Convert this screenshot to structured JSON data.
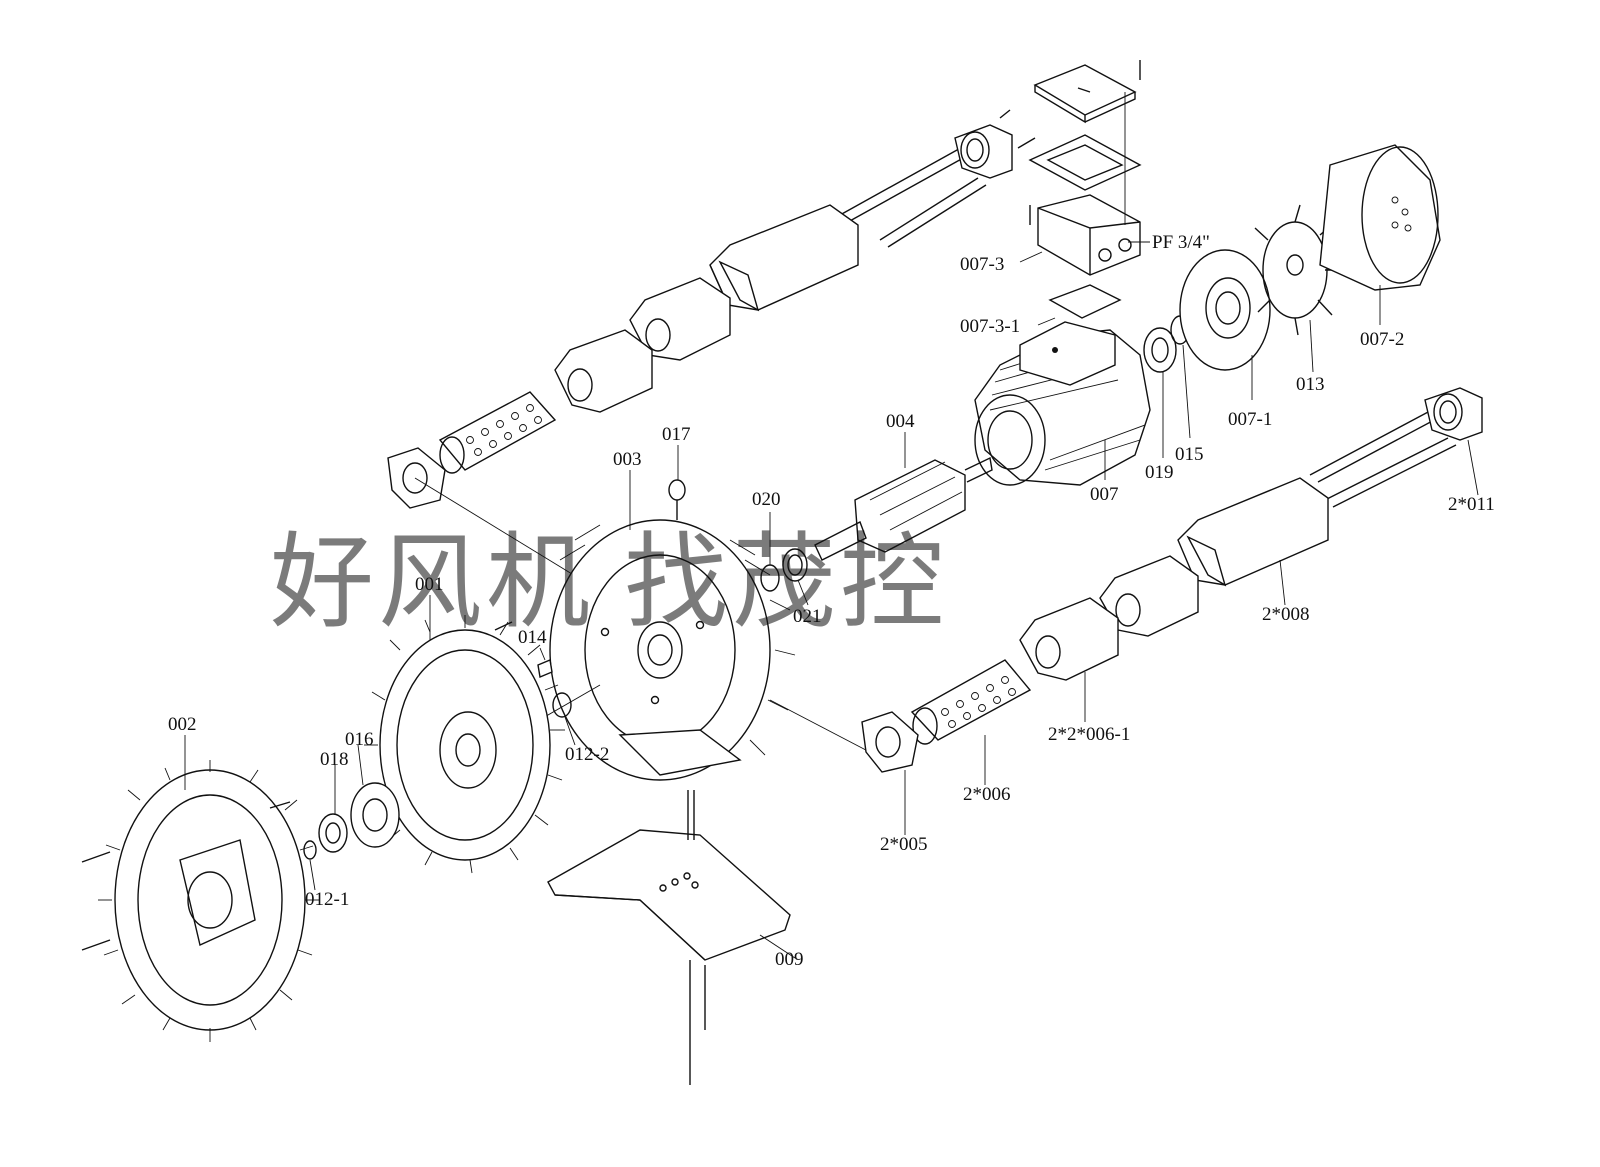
{
  "watermark": "好风机 找茂控",
  "labels": {
    "p002": "002",
    "p001": "001",
    "p003": "003",
    "p004": "004",
    "p007": "007",
    "p007_1": "007-1",
    "p007_2": "007-2",
    "p007_3": "007-3",
    "p007_3_1": "007-3-1",
    "p009": "009",
    "p012_1": "012-1",
    "p012_2": "012-2",
    "p013": "013",
    "p014": "014",
    "p015": "015",
    "p016": "016",
    "p017": "017",
    "p018": "018",
    "p019": "019",
    "p020": "020",
    "p021": "021",
    "p2x005": "2*005",
    "p2x006": "2*006",
    "p2x2x006_1": "2*2*006-1",
    "p2x008": "2*008",
    "p2x011": "2*011",
    "pf_thread": "PF  3/4\""
  }
}
